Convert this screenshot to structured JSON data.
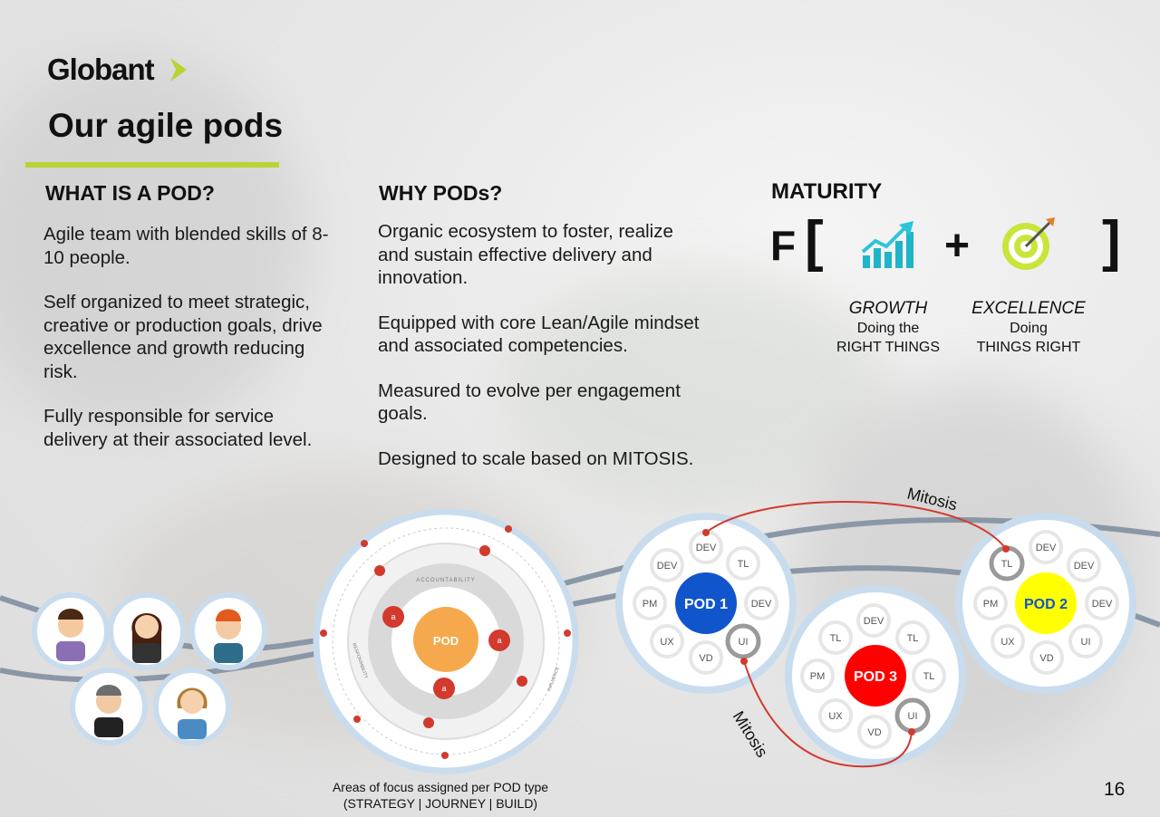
{
  "brand": {
    "name": "Globant",
    "accent": "#b8d433"
  },
  "title": "Our agile pods",
  "what": {
    "heading": "WHAT IS A POD?",
    "p1": "Agile team with blended skills of 8-10 people.",
    "p2": "Self organized to meet strategic, creative or production goals, drive excellence and growth reducing risk.",
    "p3": "Fully responsible for service delivery at their associated level."
  },
  "why": {
    "heading": "WHY PODs?",
    "p1": "Organic ecosystem to foster, realize and sustain effective delivery and innovation.",
    "p2": "Equipped with core Lean/Agile mindset and associated competencies.",
    "p3": "Measured to evolve per engagement goals.",
    "p4": "Designed to scale based on MITOSIS."
  },
  "maturity": {
    "heading": "MATURITY",
    "f": "F",
    "open_bracket": "[",
    "close_bracket": "]",
    "plus": "+",
    "growth": {
      "title": "GROWTH",
      "line1": "Doing the",
      "line2": "RIGHT THINGS",
      "icon": "growth-chart-icon"
    },
    "excellence": {
      "title": "EXCELLENCE",
      "line1": "Doing",
      "line2": "THINGS RIGHT",
      "icon": "target-icon"
    }
  },
  "diagram": {
    "center": "POD",
    "ring_labels": [
      "ACCOUNTABILITY",
      "RESPONSIBILITY",
      "INFLUENCE"
    ],
    "pod_badge": "a"
  },
  "pods": [
    {
      "name": "POD 1",
      "color": "#1155cc",
      "text_color": "#ffffff",
      "roles": [
        "DEV",
        "TL",
        "DEV",
        "UI",
        "VD",
        "UX",
        "PM",
        "DEV"
      ]
    },
    {
      "name": "POD 2",
      "color": "#ffff00",
      "text_color": "#1155cc",
      "roles": [
        "DEV",
        "DEV",
        "DEV",
        "UI",
        "VD",
        "UX",
        "PM",
        "TL"
      ]
    },
    {
      "name": "POD 3",
      "color": "#ff0000",
      "text_color": "#ffffff",
      "roles": [
        "DEV",
        "TL",
        "TL",
        "UI",
        "VD",
        "UX",
        "PM",
        "TL"
      ]
    }
  ],
  "mitosis_label": "Mitosis",
  "caption": {
    "line1": "Areas of focus assigned per POD type",
    "line2": "(STRATEGY | JOURNEY | BUILD)"
  },
  "page_number": "16"
}
